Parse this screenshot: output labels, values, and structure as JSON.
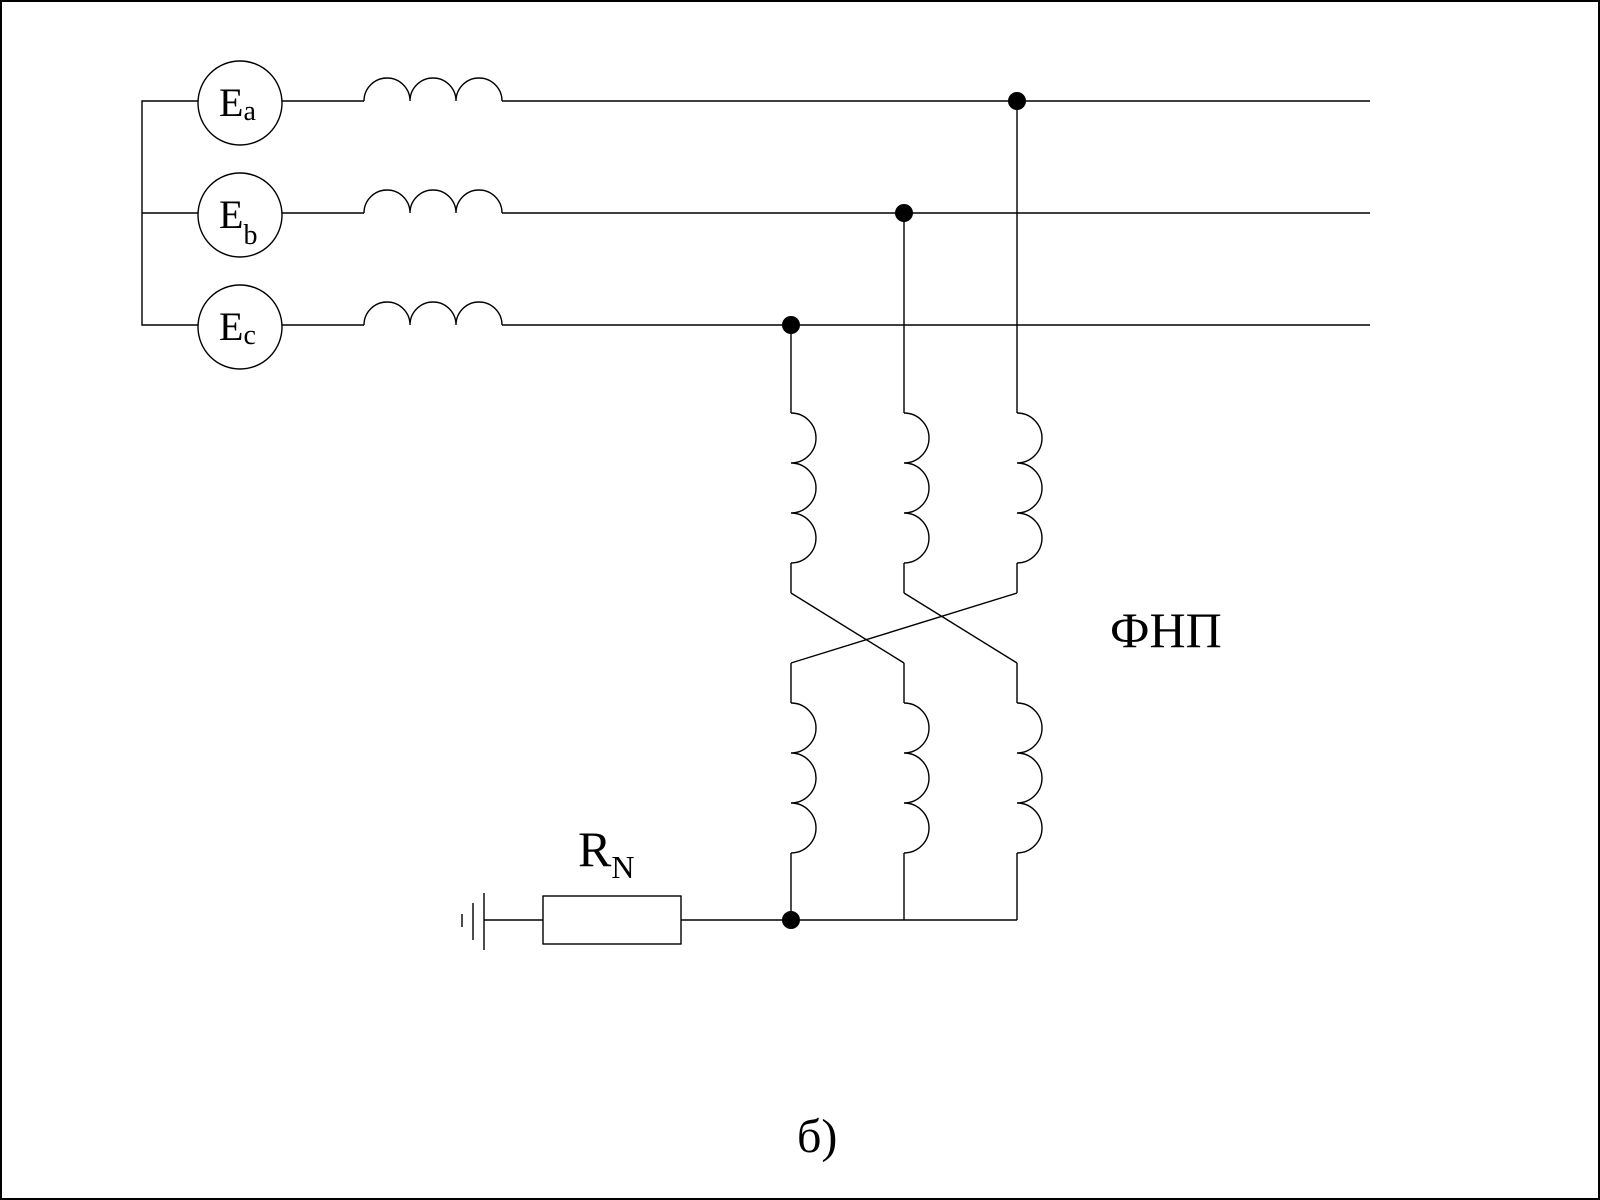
{
  "sources": [
    {
      "letter": "E",
      "sub": "a"
    },
    {
      "letter": "E",
      "sub": "b"
    },
    {
      "letter": "E",
      "sub": "c"
    }
  ],
  "filter_label": "ФНП",
  "resistor": {
    "letter": "R",
    "sub": "N"
  },
  "caption": "б)"
}
